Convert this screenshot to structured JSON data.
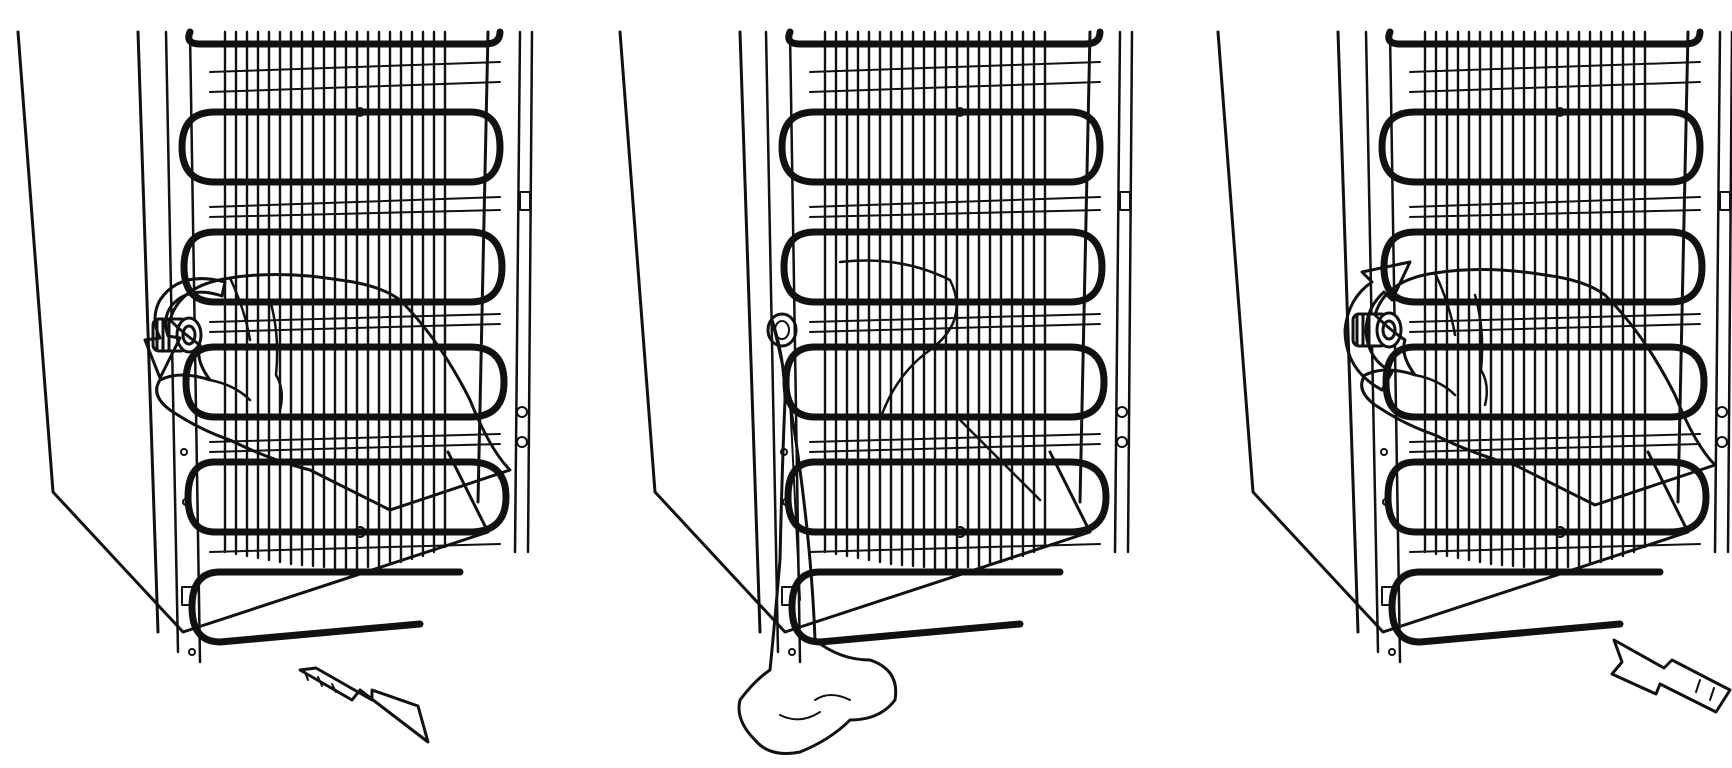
{
  "figure": {
    "panels": [
      {
        "id": "step-1",
        "action": "open-drain-cap",
        "rotation": "counterclockwise",
        "arrow": "pull-out"
      },
      {
        "id": "step-2",
        "action": "drain-water"
      },
      {
        "id": "step-3",
        "action": "close-drain-cap",
        "rotation": "clockwise",
        "arrow": "push-in"
      }
    ],
    "colors": {
      "line": "#111111",
      "background": "#ffffff",
      "arrow_fill": "#f2f2f2",
      "water_fill": "#f5f5f5"
    }
  }
}
